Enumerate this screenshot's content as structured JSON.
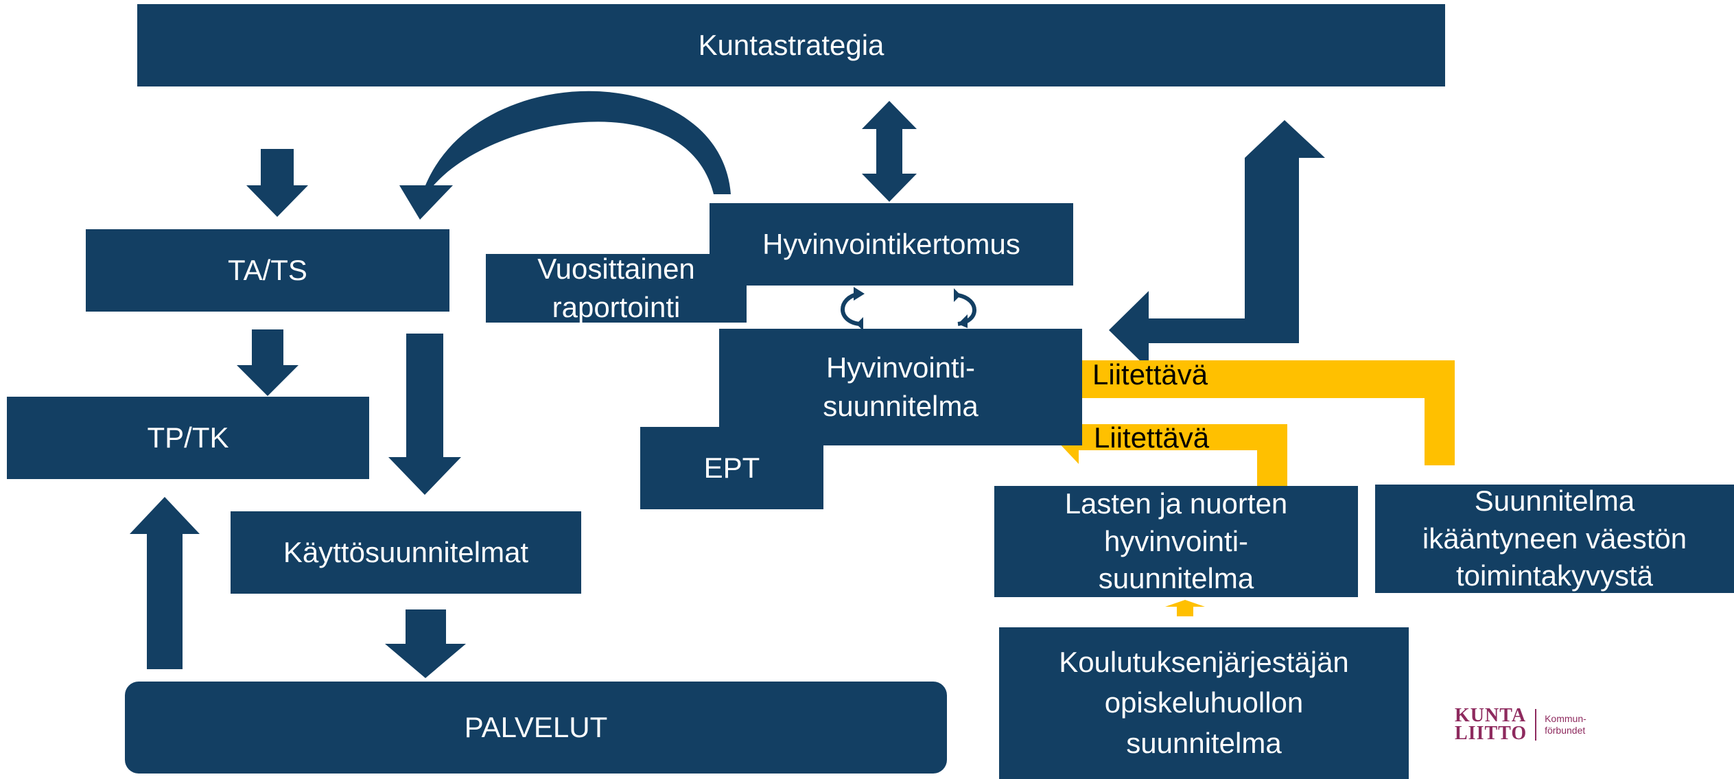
{
  "boxes": {
    "kuntastrategia": "Kuntastrategia",
    "ta_ts": "TA/TS",
    "tp_tk": "TP/TK",
    "kayttosuunnitelmat": "Käyttösuunnitelmat",
    "palvelut": "PALVELUT",
    "vuosittainen_raportointi": "Vuosittainen\nraportointi",
    "hyvinvointikertomus": "Hyvinvointikertomus",
    "hyvinvointisuunnitelma": "Hyvinvointi-\nsuunnitelma",
    "ept": "EPT",
    "lasten_ja_nuorten": "Lasten ja nuorten\nhyvinvointi-\nsuunnitelma",
    "ikaantyneen": "Suunnitelma\nikääntyneen väestön\ntoimintakyvystä",
    "koulutuksenjarjestajan": "Koulutuksenjärjestäjän\nopiskeluhuollon\nsuunnitelma"
  },
  "arrow_labels": {
    "liitettava_upper": "Liitettävä",
    "liitettava_lower": "Liitettävä"
  },
  "logo": {
    "mark_line1": "KUNTA",
    "mark_line2": "LIITTO",
    "sub_line1": "Kommun-",
    "sub_line2": "förbundet"
  },
  "colors": {
    "box": "#133f63",
    "box_text": "#ffffff",
    "yellow_arrow": "#ffc000",
    "logo": "#8e2a5e"
  }
}
